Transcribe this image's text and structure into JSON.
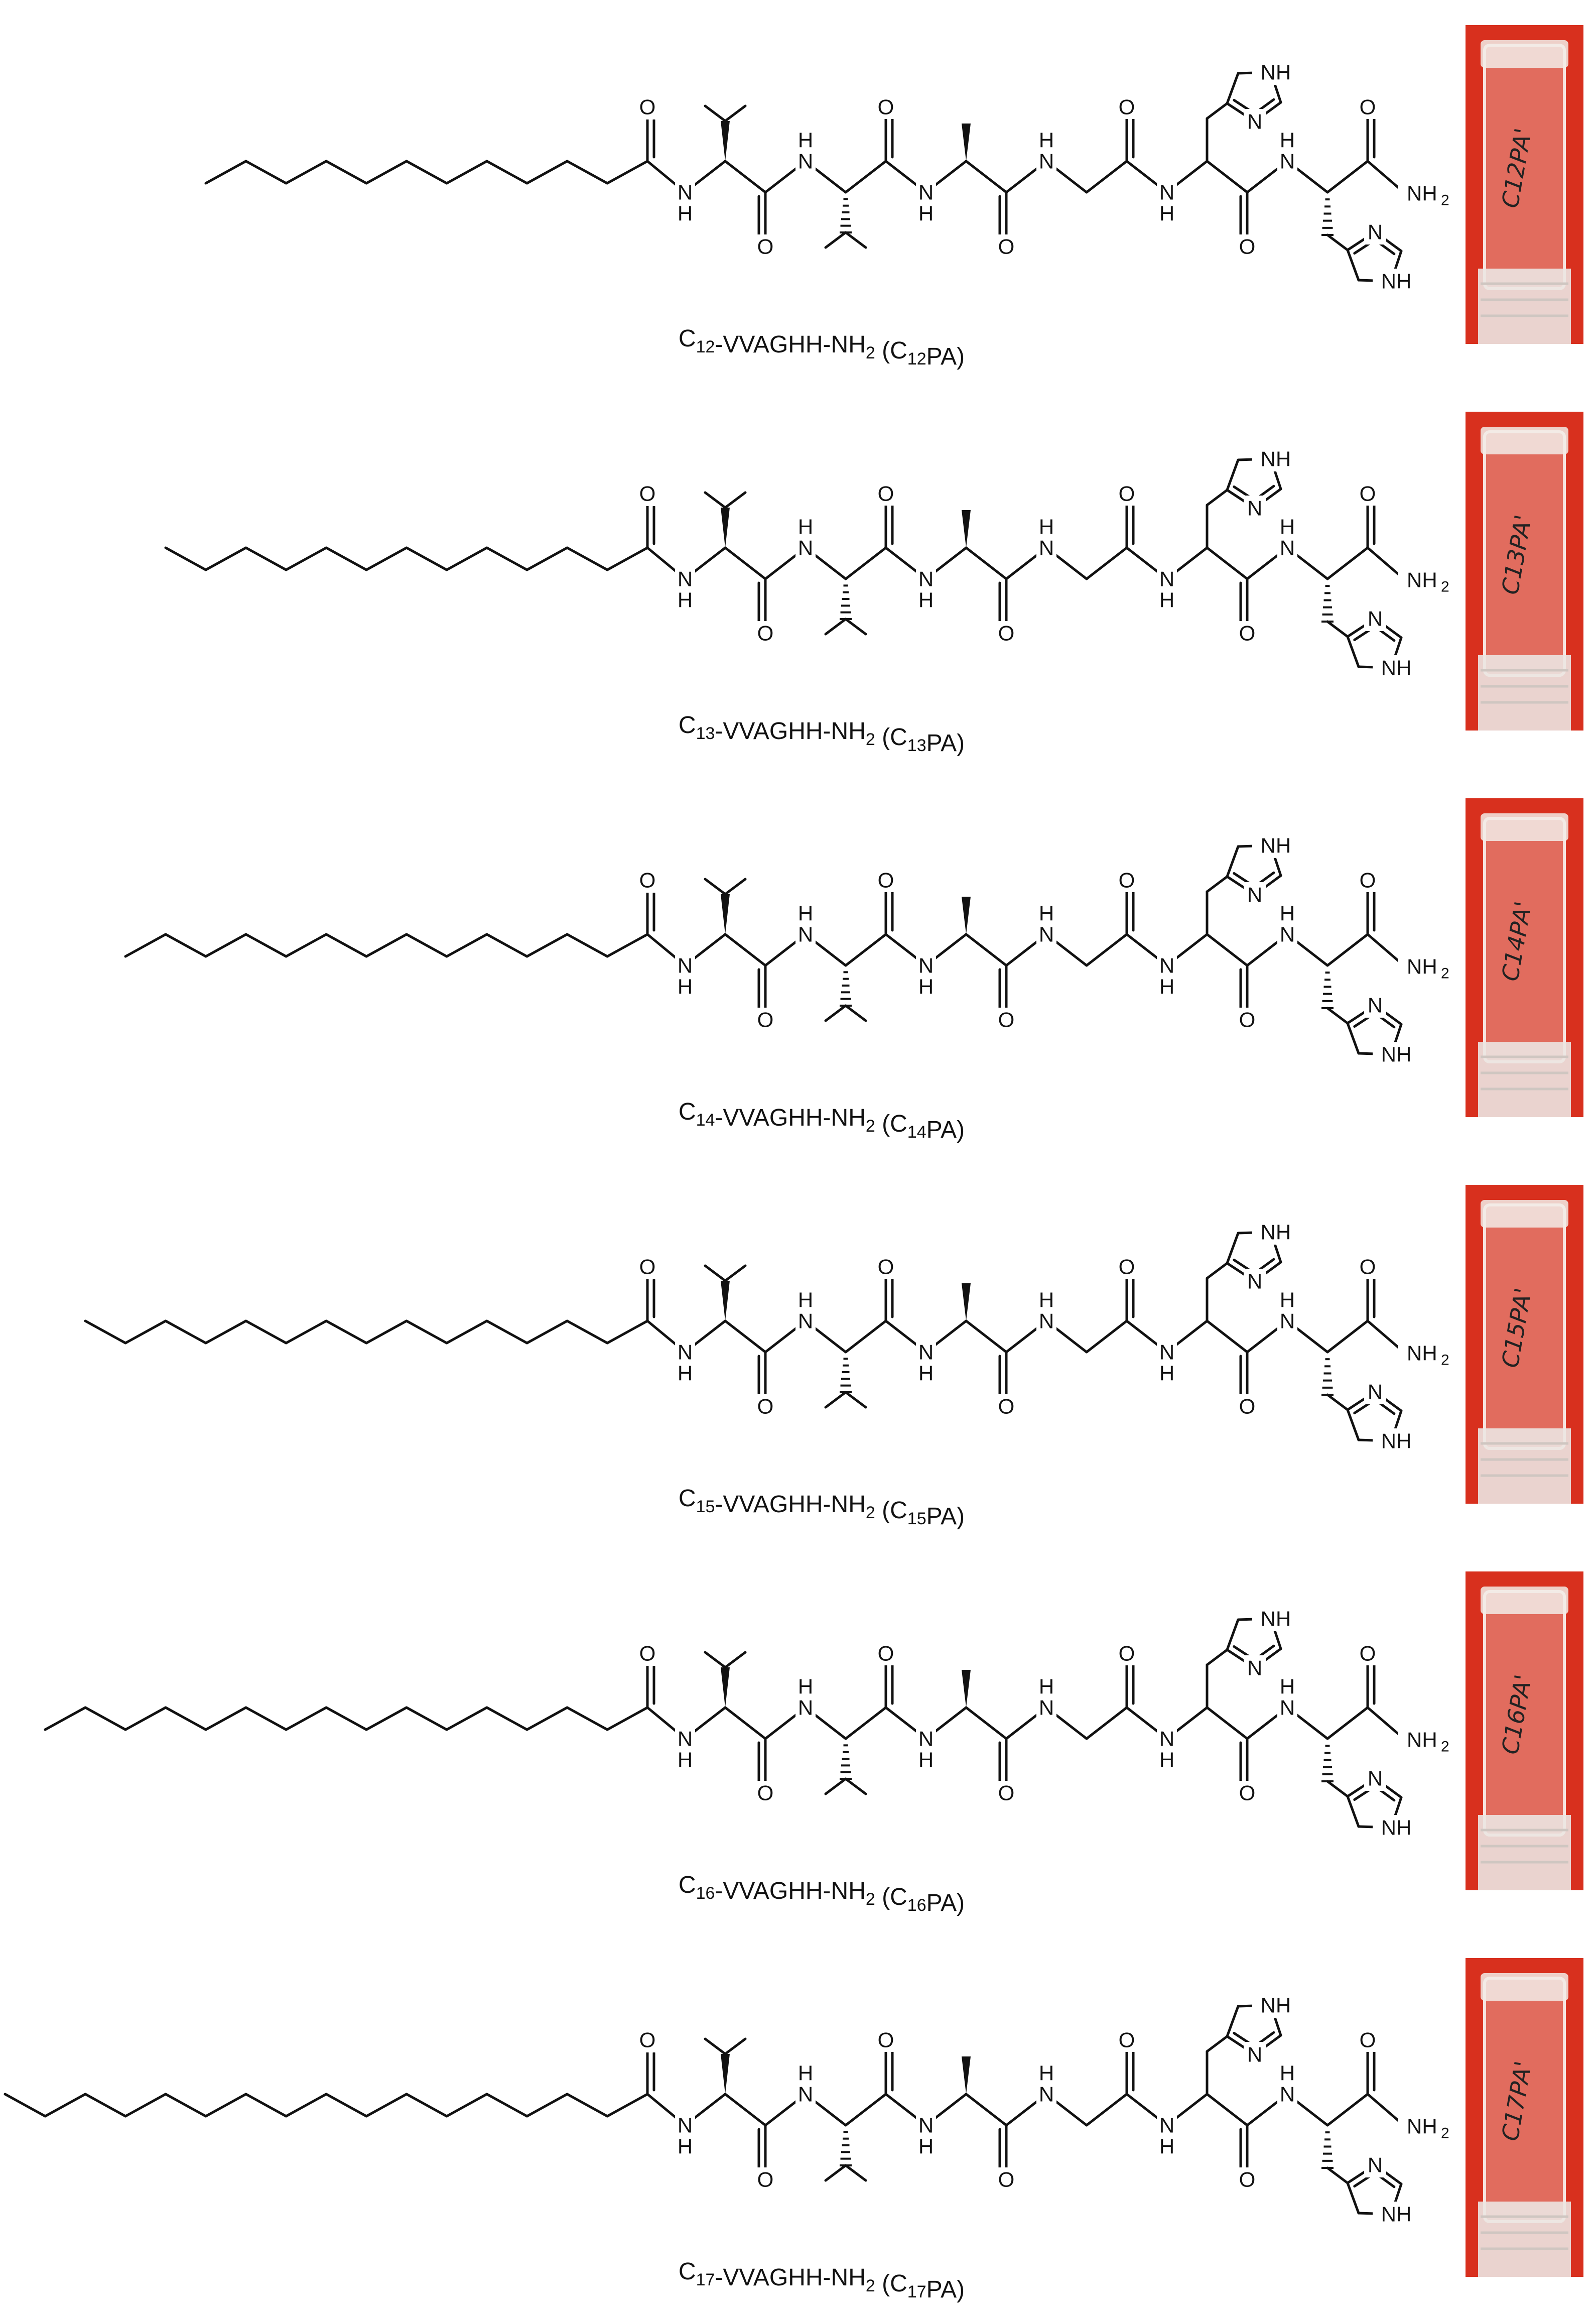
{
  "rows": [
    {
      "carbons": 12,
      "cap_n": "12",
      "vial_text": "C12PA'"
    },
    {
      "carbons": 13,
      "cap_n": "13",
      "vial_text": "C13PA'"
    },
    {
      "carbons": 14,
      "cap_n": "14",
      "vial_text": "C14PA'"
    },
    {
      "carbons": 15,
      "cap_n": "15",
      "vial_text": "C15PA'"
    },
    {
      "carbons": 16,
      "cap_n": "16",
      "vial_text": "C16PA'"
    },
    {
      "carbons": 17,
      "cap_n": "17",
      "vial_text": "C17PA'"
    }
  ],
  "caption": {
    "prefix": "C",
    "middle": "-VVAGHH-NH",
    "nh_sub": "2",
    "paren_open": " (C",
    "suffix": "PA)"
  },
  "atoms": {
    "O": "O",
    "N": "N",
    "H": "H",
    "NH": "NH",
    "NH2": "NH",
    "two": "2"
  },
  "colors": {
    "background": "#ffffff",
    "ink": "#111111",
    "vial_backdrop": "#d8301e",
    "vial_glass": "#f3ded8"
  }
}
